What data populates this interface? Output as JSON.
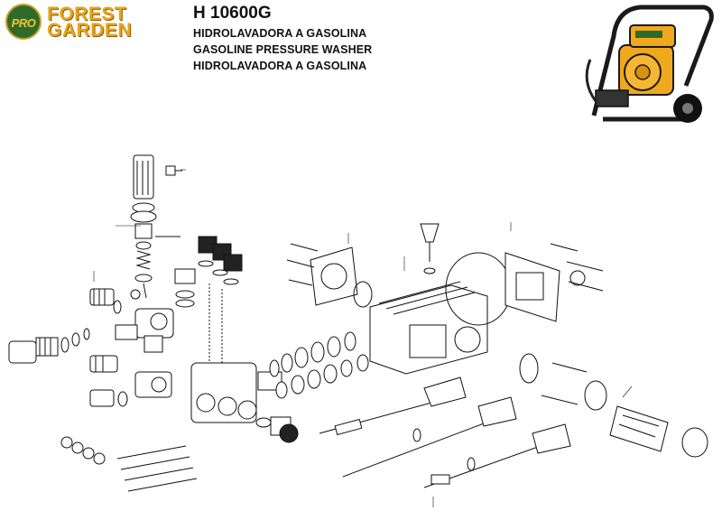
{
  "brand": {
    "badge": "PRO",
    "line1": "FOREST",
    "line2": "GARDEN",
    "colors": {
      "gold": "#e7a51a",
      "green": "#2e6b2b"
    }
  },
  "product": {
    "model": "H 10600G",
    "descriptions": [
      "HIDROLAVADORA A GASOLINA",
      "GASOLINE PRESSURE WASHER",
      "HIDROLAVADORA A GASOLINA"
    ]
  },
  "photo": {
    "icon": "pressure-washer-photo",
    "frame_color": "#1a1a1a",
    "engine_color": "#f0a81c"
  },
  "diagram": {
    "icon": "exploded-pump-diagram",
    "line_color": "#111111"
  }
}
